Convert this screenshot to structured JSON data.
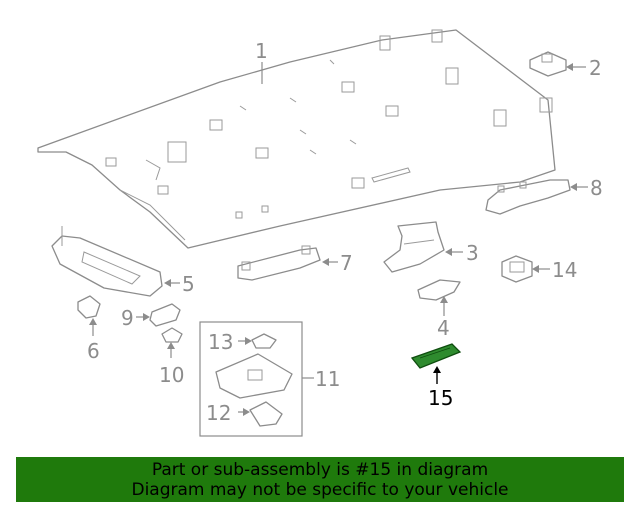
{
  "callouts": {
    "c1": "1",
    "c2": "2",
    "c3": "3",
    "c4": "4",
    "c5": "5",
    "c6": "6",
    "c7": "7",
    "c8": "8",
    "c9": "9",
    "c10": "10",
    "c11": "11",
    "c12": "12",
    "c13": "13",
    "c14": "14",
    "c15": "15"
  },
  "highlight": {
    "part": "15",
    "color": "#2e8b2e"
  },
  "banner": {
    "line1": "Part or sub-assembly is #15 in diagram",
    "line2": "Diagram may not be specific to your vehicle",
    "background": "#1f7a0c"
  }
}
